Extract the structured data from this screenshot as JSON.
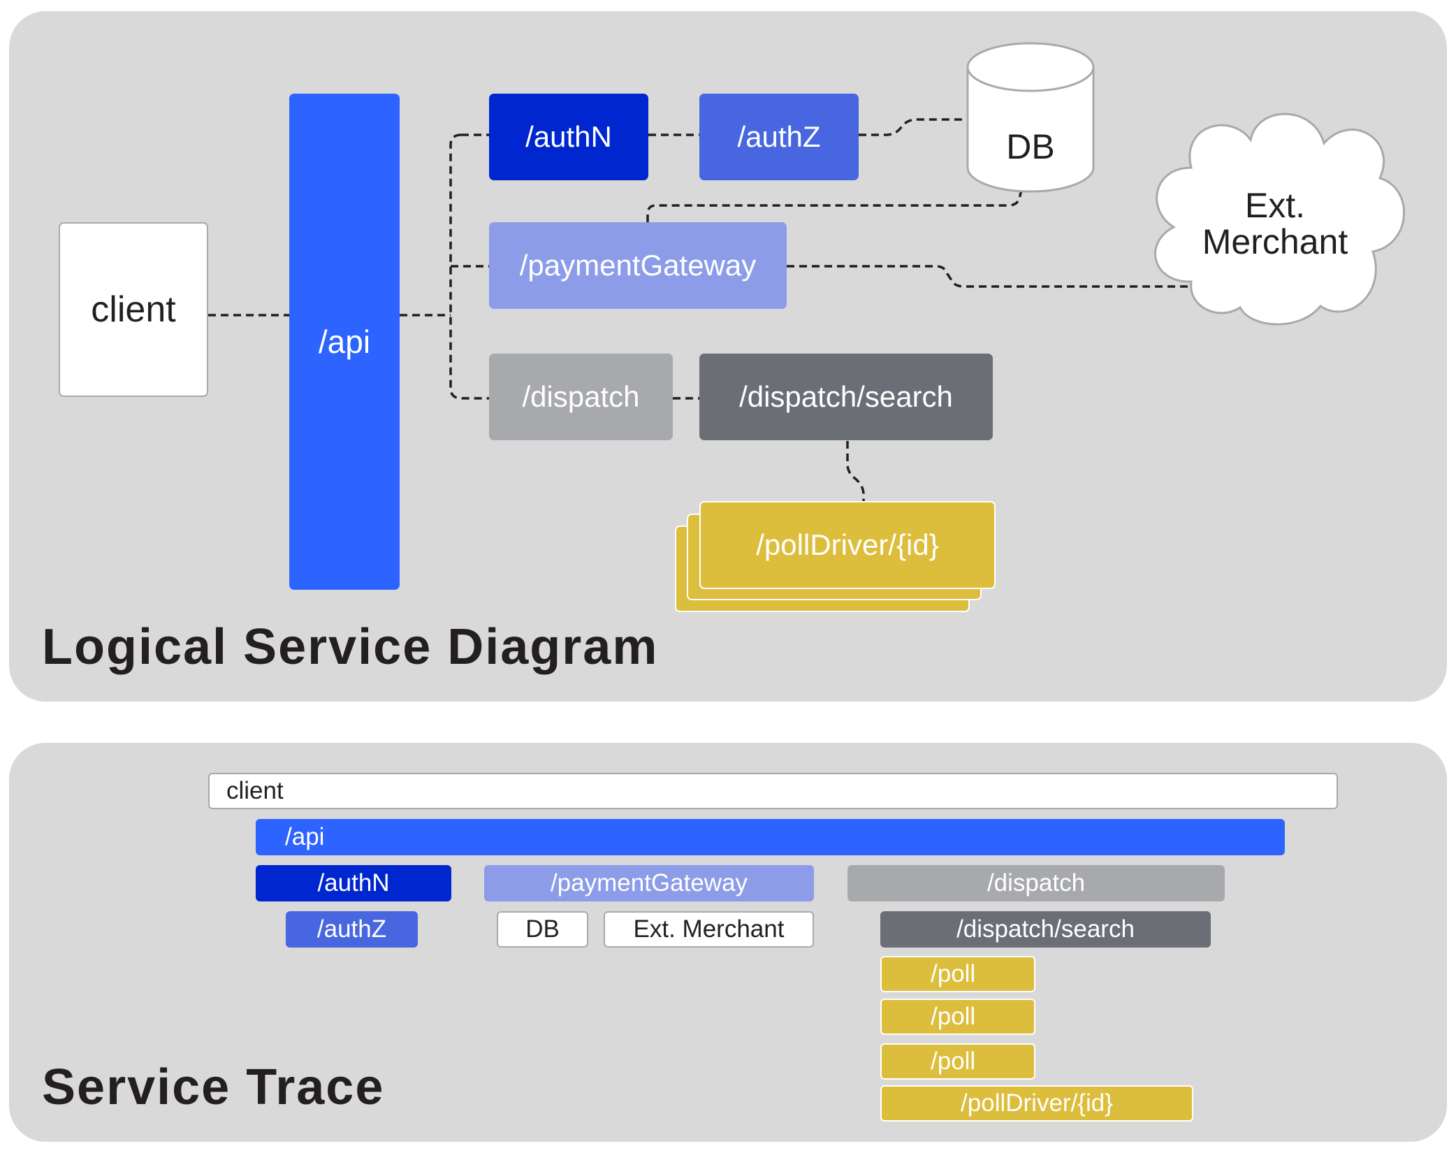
{
  "colors": {
    "panel": "#d9d9da",
    "api": "#2d63ff",
    "authN": "#0026d0",
    "authZ": "#4766e0",
    "paymentGateway": "#8c9ce8",
    "dispatch": "#a7a9ac",
    "dispatchSearch": "#6b6e75",
    "poll": "#dcbd3c",
    "white": "#ffffff",
    "text_dark": "#231f20"
  },
  "logical": {
    "title": "Logical Service Diagram",
    "client": "client",
    "api": "/api",
    "authN": "/authN",
    "authZ": "/authZ",
    "db": "DB",
    "ext_line1": "Ext.",
    "ext_line2": "Merchant",
    "paymentGateway": "/paymentGateway",
    "dispatch": "/dispatch",
    "dispatchSearch": "/dispatch/search",
    "pollDriver": "/pollDriver/{id}"
  },
  "trace": {
    "title": "Service Trace",
    "client": "client",
    "api": "/api",
    "authN": "/authN",
    "paymentGateway": "/paymentGateway",
    "dispatch": "/dispatch",
    "authZ": "/authZ",
    "db": "DB",
    "extMerchant": "Ext. Merchant",
    "dispatchSearch": "/dispatch/search",
    "poll1": "/poll",
    "poll2": "/poll",
    "poll3": "/poll",
    "pollDriver": "/pollDriver/{id}"
  }
}
